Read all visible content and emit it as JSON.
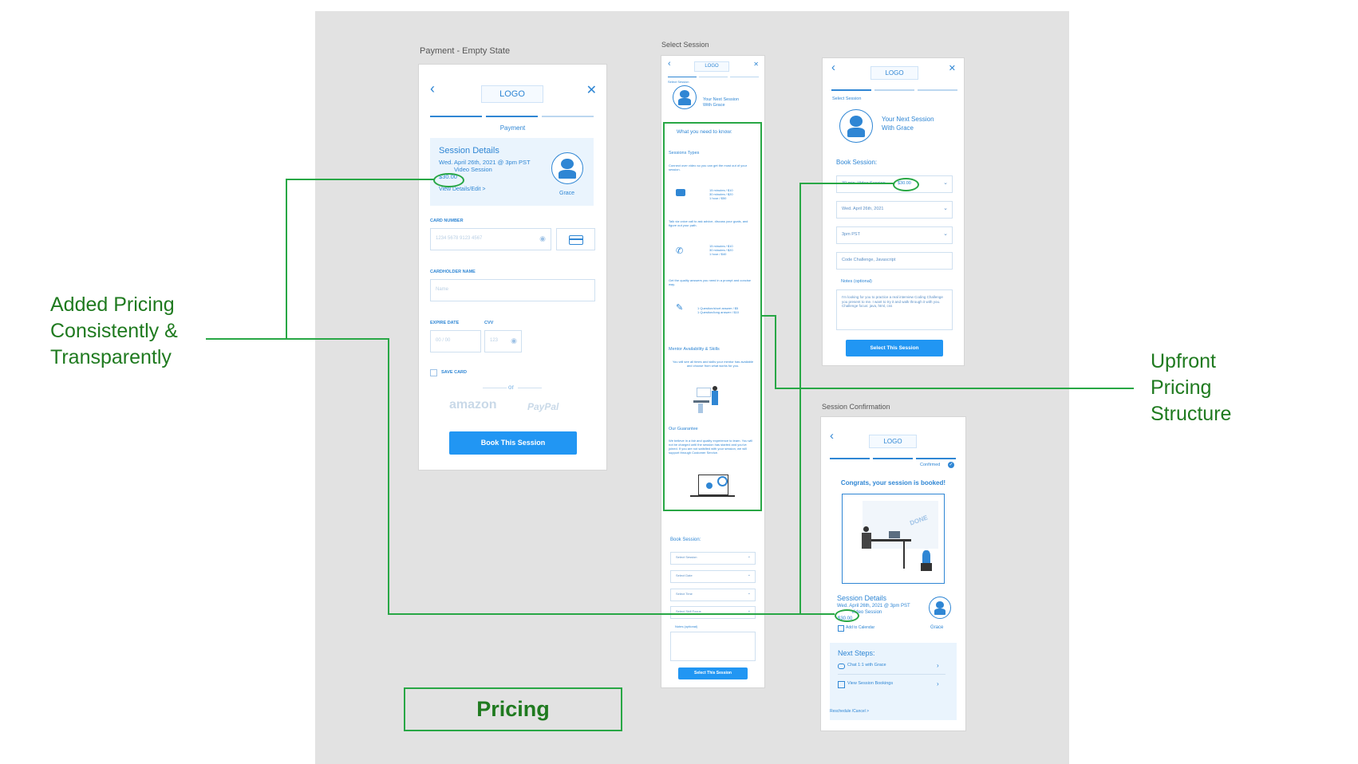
{
  "annotations": {
    "left_line1": "Added Pricing",
    "left_line2": "Consistently &",
    "left_line3": "Transparently",
    "right_line1": "Upfront",
    "right_line2": "Pricing",
    "right_line3": "Structure",
    "bottom_box": "Pricing"
  },
  "payment": {
    "frame_label": "Payment - Empty State",
    "logo": "LOGO",
    "step_label": "Payment",
    "session_title": "Session Details",
    "session_date": "Wed. April 26th, 2021 @ 3pm PST",
    "session_type": "Video Session",
    "price": "$30.00",
    "view_link": "View Details/Edit >",
    "mentor": "Grace",
    "card_number_label": "CARD NUMBER",
    "card_number_placeholder": "1234    5678    9123    4567",
    "cardholder_label": "CARDHOLDER NAME",
    "cardholder_placeholder": "Name",
    "expire_label": "EXPIRE DATE",
    "expire_placeholder": "00   /   00",
    "cvv_label": "CVV",
    "cvv_placeholder": "123",
    "save_card": "SAVE CARD",
    "or": "or",
    "amazon": "amazon",
    "paypal": "PayPal",
    "book_button": "Book This Session"
  },
  "select_long": {
    "frame_label": "Select Session",
    "logo": "LOGO",
    "step_label": "Select Session",
    "next_session": "Your Next Session",
    "with": "With Grace",
    "need_to_know": "What you need to know:",
    "session_types": "Sessions Types",
    "types_desc": "Connect over video so you can get the most out of your session.",
    "video_prices": [
      "15 minutes / $10",
      "30 minutes / $20",
      "1 hour / $50"
    ],
    "voice_desc": "Talk via voice call to ask advice, discuss your goals, and figure out your path.",
    "voice_prices": [
      "15 minutes / $10",
      "30 minutes / $20",
      "1 hour / $40"
    ],
    "qa_desc": "Get the quality answers you need in a prompt and concise way.",
    "qa_prices": [
      "1 Question/short answer / $5",
      "1 Question/long answer / $10"
    ],
    "mentor_avail": "Mentor Availability & Skills",
    "mentor_desc": "You will see all times and skills your mentor has available and choose from what works for you.",
    "guarantee": "Our Guarantee",
    "guarantee_desc": "We believe in a fair and quality experience to learn. You will not be charged until the session has started and you've joined. If you are not satisfied with your session, we will support through Customer Service.",
    "book_session": "Book Session:",
    "select_session": "Select Session",
    "select_date": "Select Date",
    "select_time": "Select Time",
    "select_skill": "Select Skill Focus",
    "notes": "Notes (optional)",
    "button": "Select This Session"
  },
  "select_filled": {
    "logo": "LOGO",
    "step_label": "Select Session",
    "next_session": "Your Next Session",
    "with": "With Grace",
    "book_session": "Book Session:",
    "session_value": "30 min. Video Session",
    "price": "$30.00",
    "date_value": "Wed. April 26th, 2021",
    "time_value": "3pm PST",
    "focus_value": "Code Challenge, Javascript",
    "notes_label": "Notes (optional)",
    "notes_value": "I'm looking for you to practice a real interview Coding Challenge you present to me. I want to try it and walk through it with you. Challenge focus: java, html, css",
    "button": "Select This Session"
  },
  "confirm": {
    "frame_label": "Session Confirmation",
    "logo": "LOGO",
    "confirmed": "Confirmed",
    "congrats": "Congrats, your session is booked!",
    "done": "DONE",
    "session_title": "Session Details",
    "session_date": "Wed. April 26th, 2021 @ 3pm PST",
    "session_type": "Video Session",
    "price": "$30.00",
    "add_calendar": "Add to Calendar",
    "mentor": "Grace",
    "next_steps": "Next Steps:",
    "chat": "Chat 1:1 with Grace",
    "view_bookings": "View Session Bookings",
    "reschedule": "Reschedule /Cancel >"
  },
  "colors": {
    "accent": "#2196f3",
    "annotation_green": "#28a745",
    "annotation_text": "#1f7a1f"
  }
}
